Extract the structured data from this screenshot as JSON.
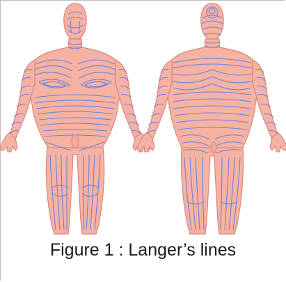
{
  "figure": {
    "caption": "Figure 1 : Langer’s lines",
    "views": [
      "anterior",
      "posterior"
    ],
    "colors": {
      "skin": "#f6b2a3",
      "outline": "#d98778",
      "lines": "#6a82dc"
    }
  }
}
